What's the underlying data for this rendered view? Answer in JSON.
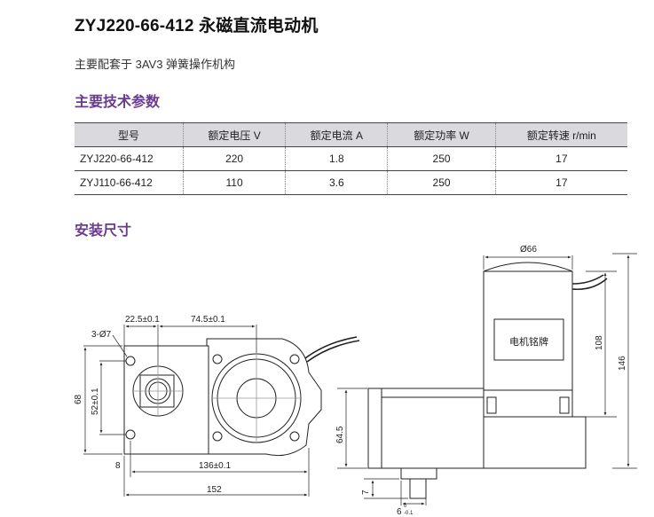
{
  "title": "ZYJ220-66-412 永磁直流电动机",
  "subtitle": "主要配套于 3AV3 弹簧操作机构",
  "section_specs": "主要技术参数",
  "section_dims": "安装尺寸",
  "table": {
    "headers": [
      "型号",
      "额定电压 V",
      "额定电流 A",
      "额定功率 W",
      "额定转速 r/min"
    ],
    "rows": [
      [
        "ZYJ220-66-412",
        "220",
        "1.8",
        "250",
        "17"
      ],
      [
        "ZYJ110-66-412",
        "110",
        "3.6",
        "250",
        "17"
      ]
    ]
  },
  "drawing": {
    "front": {
      "hole_label": "3-Ø7",
      "dim_top_left": "22.5±0.1",
      "dim_top_right": "74.5±0.1",
      "dim_height": "68",
      "dim_hole_spacing": "52±0.1",
      "dim_edge": "8",
      "dim_mount_spacing": "136±0.1",
      "dim_width": "152"
    },
    "side": {
      "dim_diameter": "Ø66",
      "nameplate": "电机铭牌",
      "dim_motor_height": "108",
      "dim_total_height": "146",
      "dim_shaft_height": "64.5",
      "dim_base": "7",
      "dim_shaft_main": "6",
      "dim_shaft_tol_upper": "0",
      "dim_shaft_tol_lower": "-0.1"
    }
  }
}
